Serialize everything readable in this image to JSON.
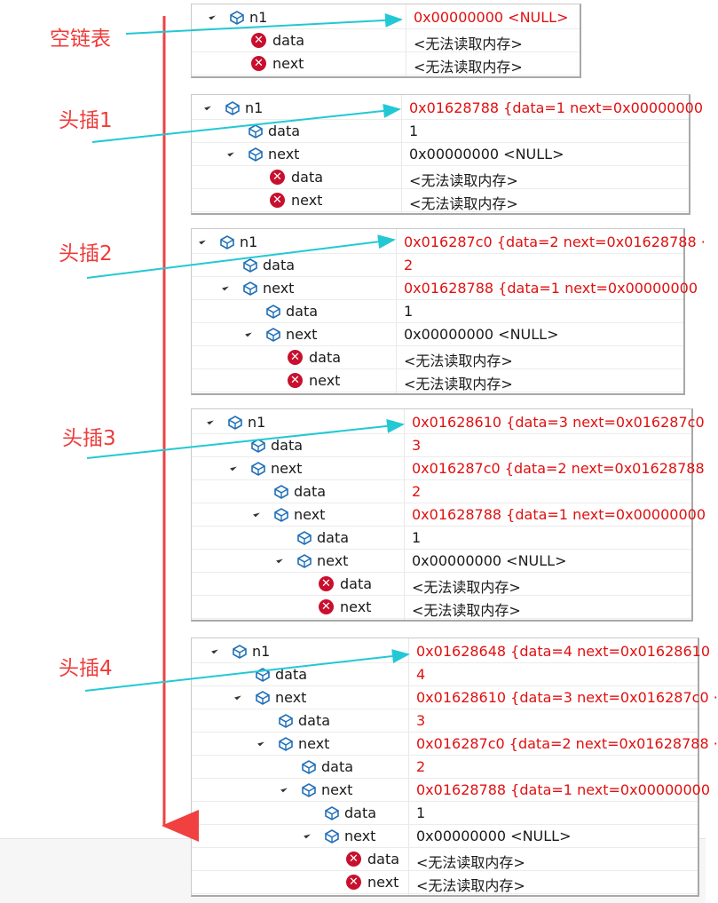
{
  "annotations": [
    "空链表",
    "头插1",
    "头插2",
    "头插3",
    "头插4"
  ],
  "colors": {
    "arrow": "#22c8d4",
    "timeline": "#f04040",
    "annotation": "#ef3b3b",
    "changed_value": "#e01010"
  },
  "icons": {
    "expand": "triangle-expanded-icon",
    "struct": "struct-variable-icon",
    "error": "error-icon"
  },
  "panels": [
    {
      "rows": [
        {
          "name": "n1",
          "value": "0x00000000 <NULL>",
          "changed": true
        },
        {
          "name": "data",
          "value": "<无法读取内存>",
          "changed": false
        },
        {
          "name": "next",
          "value": "<无法读取内存>",
          "changed": false
        }
      ]
    },
    {
      "rows": [
        {
          "name": "n1",
          "value": "0x01628788 {data=1 next=0x00000000",
          "changed": true
        },
        {
          "name": "data",
          "value": "1",
          "changed": false
        },
        {
          "name": "next",
          "value": "0x00000000 <NULL>",
          "changed": false
        },
        {
          "name": "data",
          "value": "<无法读取内存>",
          "changed": false
        },
        {
          "name": "next",
          "value": "<无法读取内存>",
          "changed": false
        }
      ]
    },
    {
      "rows": [
        {
          "name": "n1",
          "value": "0x016287c0 {data=2 next=0x01628788 ·",
          "changed": true
        },
        {
          "name": "data",
          "value": "2",
          "changed": true
        },
        {
          "name": "next",
          "value": "0x01628788 {data=1 next=0x00000000",
          "changed": true
        },
        {
          "name": "data",
          "value": "1",
          "changed": false
        },
        {
          "name": "next",
          "value": "0x00000000 <NULL>",
          "changed": false
        },
        {
          "name": "data",
          "value": "<无法读取内存>",
          "changed": false
        },
        {
          "name": "next",
          "value": "<无法读取内存>",
          "changed": false
        }
      ]
    },
    {
      "rows": [
        {
          "name": "n1",
          "value": "0x01628610 {data=3 next=0x016287c0",
          "changed": true
        },
        {
          "name": "data",
          "value": "3",
          "changed": true
        },
        {
          "name": "next",
          "value": "0x016287c0 {data=2 next=0x01628788",
          "changed": true
        },
        {
          "name": "data",
          "value": "2",
          "changed": true
        },
        {
          "name": "next",
          "value": "0x01628788 {data=1 next=0x00000000",
          "changed": true
        },
        {
          "name": "data",
          "value": "1",
          "changed": false
        },
        {
          "name": "next",
          "value": "0x00000000 <NULL>",
          "changed": false
        },
        {
          "name": "data",
          "value": "<无法读取内存>",
          "changed": false
        },
        {
          "name": "next",
          "value": "<无法读取内存>",
          "changed": false
        }
      ]
    },
    {
      "rows": [
        {
          "name": "n1",
          "value": "0x01628648 {data=4 next=0x01628610",
          "changed": true
        },
        {
          "name": "data",
          "value": "4",
          "changed": true
        },
        {
          "name": "next",
          "value": "0x01628610 {data=3 next=0x016287c0 ·",
          "changed": true
        },
        {
          "name": "data",
          "value": "3",
          "changed": true
        },
        {
          "name": "next",
          "value": "0x016287c0 {data=2 next=0x01628788 ·",
          "changed": true
        },
        {
          "name": "data",
          "value": "2",
          "changed": true
        },
        {
          "name": "next",
          "value": "0x01628788 {data=1 next=0x00000000",
          "changed": true
        },
        {
          "name": "data",
          "value": "1",
          "changed": false
        },
        {
          "name": "next",
          "value": "0x00000000 <NULL>",
          "changed": false
        },
        {
          "name": "data",
          "value": "<无法读取内存>",
          "changed": false
        },
        {
          "name": "next",
          "value": "<无法读取内存>",
          "changed": false
        }
      ]
    }
  ]
}
